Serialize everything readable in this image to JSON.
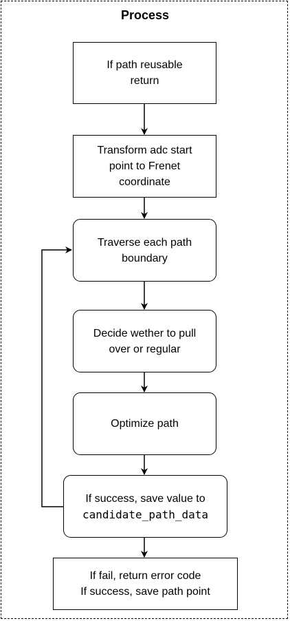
{
  "diagram": {
    "title": "Process",
    "steps": [
      {
        "id": "reusable",
        "lines": [
          "If path reusable",
          "return"
        ]
      },
      {
        "id": "transform",
        "lines": [
          "Transform adc start",
          "point to Frenet",
          "coordinate"
        ]
      },
      {
        "id": "traverse",
        "lines": [
          "Traverse each path",
          "boundary"
        ]
      },
      {
        "id": "decide",
        "lines": [
          "Decide wether to pull",
          "over or regular"
        ]
      },
      {
        "id": "optimize",
        "lines": [
          "Optimize path"
        ]
      },
      {
        "id": "save",
        "lines": [
          "If success, save value to"
        ],
        "code": "candidate_path_data"
      },
      {
        "id": "result",
        "lines": [
          "If fail, return error code",
          "If success, save path point"
        ]
      }
    ],
    "edges": [
      {
        "from": "reusable",
        "to": "transform"
      },
      {
        "from": "transform",
        "to": "traverse"
      },
      {
        "from": "traverse",
        "to": "decide"
      },
      {
        "from": "decide",
        "to": "optimize"
      },
      {
        "from": "optimize",
        "to": "save"
      },
      {
        "from": "save",
        "to": "result"
      },
      {
        "from": "save",
        "to": "traverse",
        "type": "loop-back"
      }
    ]
  }
}
